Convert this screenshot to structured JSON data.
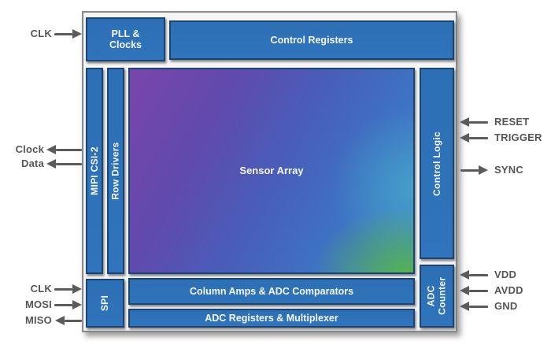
{
  "blocks": {
    "pll_clocks": {
      "label": "PLL & Clocks"
    },
    "control_registers": {
      "label": "Control Registers"
    },
    "mipi_csi2": {
      "label": "MIPI CSI-2"
    },
    "row_drivers": {
      "label": "Row Drivers"
    },
    "sensor_array": {
      "label": "Sensor Array"
    },
    "control_logic": {
      "label": "Control Logic"
    },
    "adc_counter": {
      "label": "ADC Counter"
    },
    "spi": {
      "label": "SPI"
    },
    "column_amps": {
      "label": "Column Amps & ADC Comparators"
    },
    "adc_registers": {
      "label": "ADC Registers & Multiplexer"
    }
  },
  "pins": {
    "clk_top": {
      "label": "CLK",
      "direction": "in"
    },
    "clock": {
      "label": "Clock",
      "direction": "out"
    },
    "data": {
      "label": "Data",
      "direction": "out"
    },
    "spi_clk": {
      "label": "CLK",
      "direction": "in"
    },
    "mosi": {
      "label": "MOSI",
      "direction": "in"
    },
    "miso": {
      "label": "MISO",
      "direction": "out"
    },
    "reset": {
      "label": "RESET",
      "direction": "in"
    },
    "trigger": {
      "label": "TRIGGER",
      "direction": "in"
    },
    "sync": {
      "label": "SYNC",
      "direction": "out"
    },
    "vdd": {
      "label": "VDD",
      "direction": "in"
    },
    "avdd": {
      "label": "AVDD",
      "direction": "in"
    },
    "gnd": {
      "label": "GND",
      "direction": "in"
    }
  },
  "colors": {
    "block_blue": "#2E72B8",
    "block_border": "#1A4472",
    "pin_label_gray": "#565656",
    "sensor_gradient_purple": "#7A45AB",
    "sensor_gradient_blue": "#3E72C3",
    "sensor_gradient_teal": "#46A6CA",
    "sensor_gradient_green": "#56B44C"
  }
}
